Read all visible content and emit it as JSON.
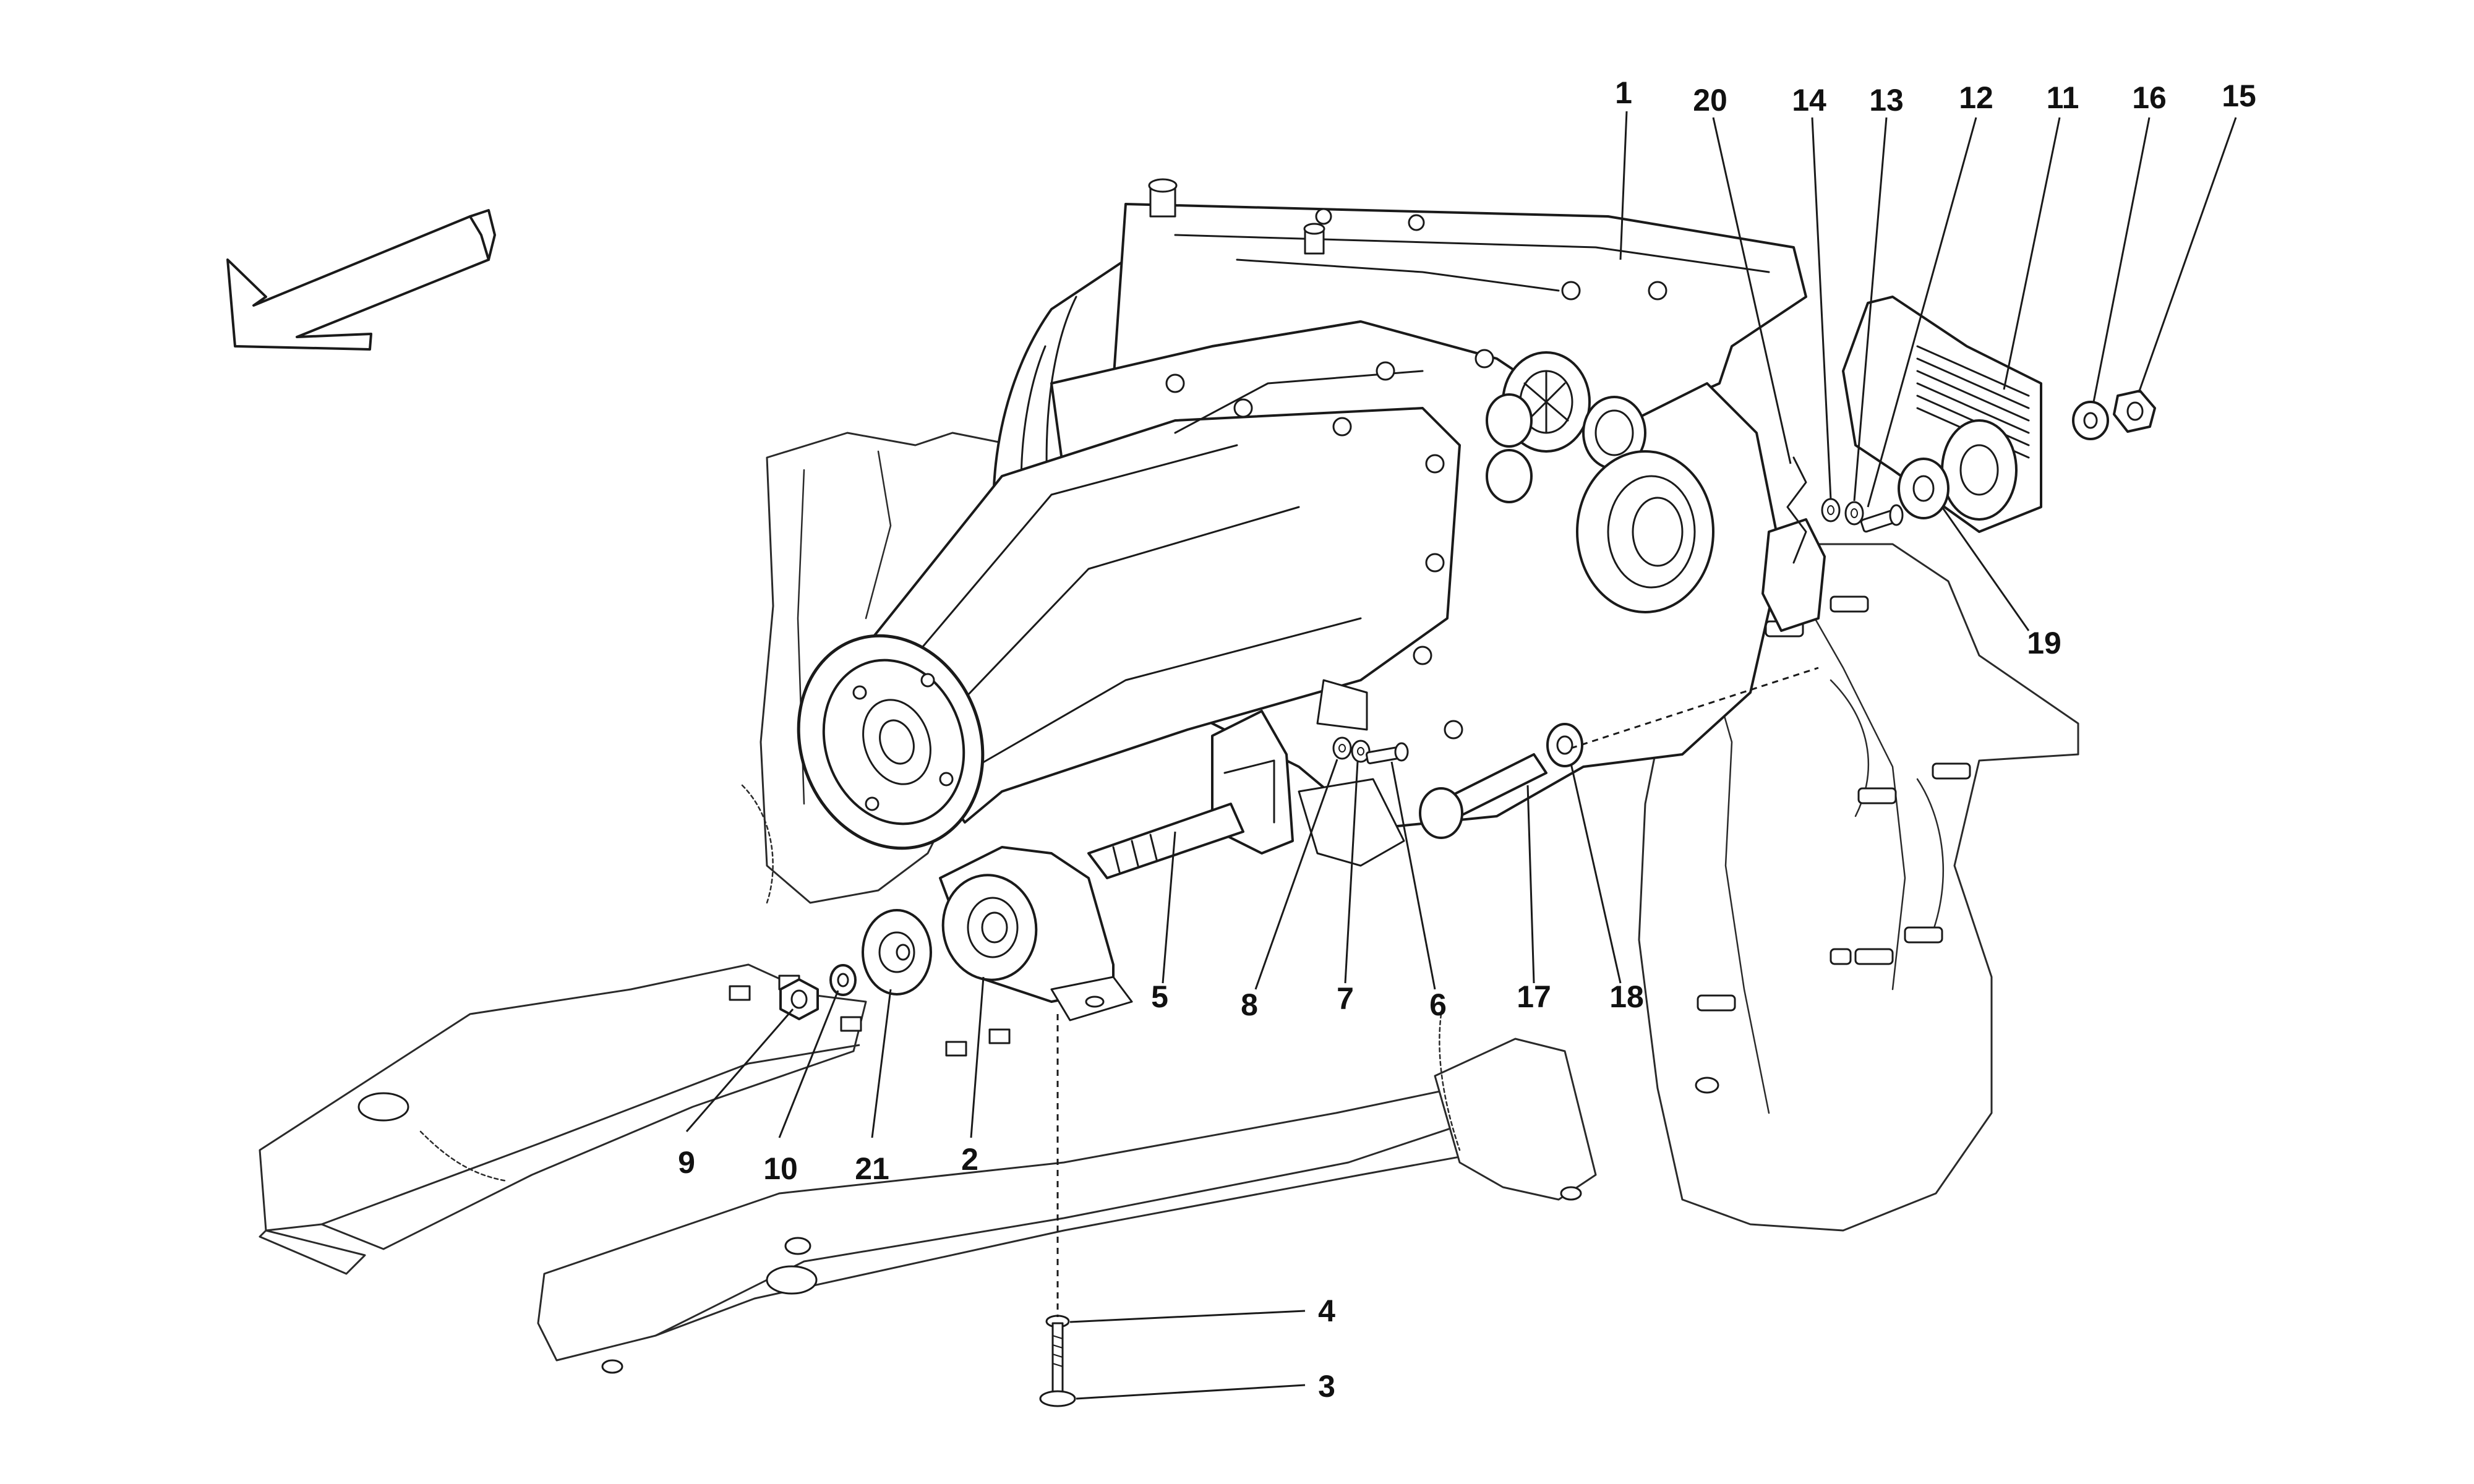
{
  "diagram": {
    "type": "exploded-parts-diagram",
    "ink_color": "#1a1a1a",
    "background_color": "#ffffff",
    "direction_arrow": "arrow-icon",
    "callouts": [
      {
        "id": "c1",
        "label": "1"
      },
      {
        "id": "c20",
        "label": "20"
      },
      {
        "id": "c14",
        "label": "14"
      },
      {
        "id": "c13",
        "label": "13"
      },
      {
        "id": "c12",
        "label": "12"
      },
      {
        "id": "c11",
        "label": "11"
      },
      {
        "id": "c16",
        "label": "16"
      },
      {
        "id": "c15",
        "label": "15"
      },
      {
        "id": "c19",
        "label": "19"
      },
      {
        "id": "c5",
        "label": "5"
      },
      {
        "id": "c8",
        "label": "8"
      },
      {
        "id": "c7",
        "label": "7"
      },
      {
        "id": "c6",
        "label": "6"
      },
      {
        "id": "c17",
        "label": "17"
      },
      {
        "id": "c18",
        "label": "18"
      },
      {
        "id": "c9",
        "label": "9"
      },
      {
        "id": "c10",
        "label": "10"
      },
      {
        "id": "c21",
        "label": "21"
      },
      {
        "id": "c2",
        "label": "2"
      },
      {
        "id": "c4",
        "label": "4"
      },
      {
        "id": "c3",
        "label": "3"
      }
    ]
  }
}
